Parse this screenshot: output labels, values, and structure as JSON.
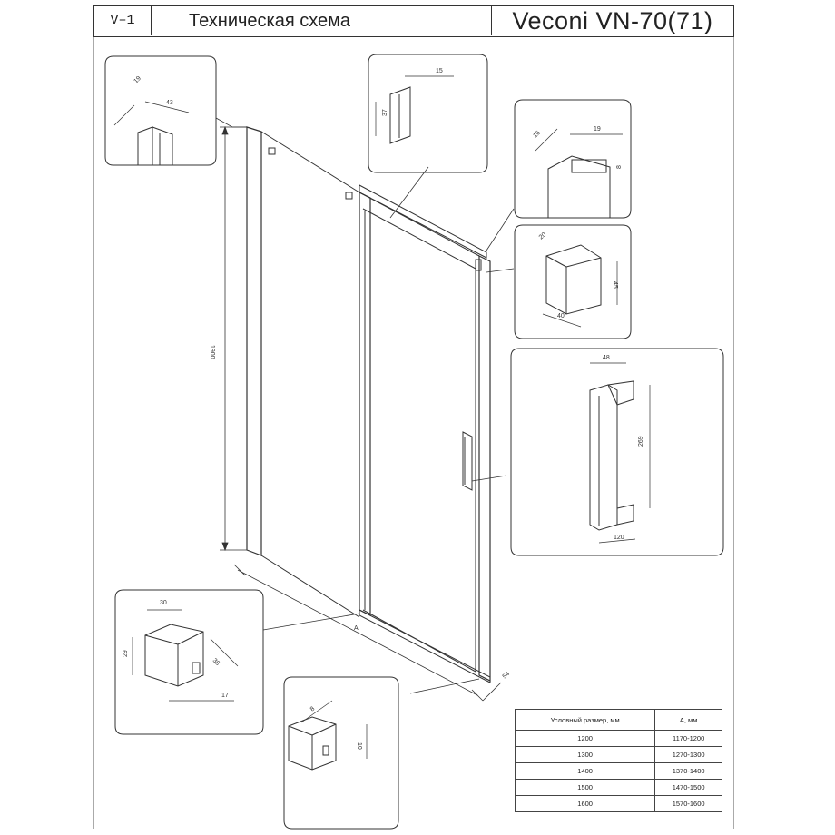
{
  "header": {
    "code": "V–1",
    "title": "Техническая схема",
    "model": "Veconi VN-70(71)"
  },
  "dimensions": {
    "height": "1900",
    "width_a": "A",
    "depth": "54",
    "top_profile_width": "43",
    "top_profile_depth": "19",
    "top_rail_width": "15",
    "top_rail_height": "37",
    "wall_profile_width": "19",
    "wall_profile_depth": "16",
    "wall_profile_gap": "8",
    "bracket_depth": "20",
    "bracket_width": "40",
    "bracket_height": "45",
    "handle_width": "48",
    "handle_height": "269",
    "handle_depth": "120",
    "hinge_width": "30",
    "hinge_height": "29",
    "hinge_depth": "38",
    "hinge_offset": "17",
    "bottom_profile_depth": "8",
    "bottom_profile_height": "10"
  },
  "size_table": {
    "headers": [
      "Условный размер, мм",
      "А, мм"
    ],
    "rows": [
      [
        "1200",
        "1170-1200"
      ],
      [
        "1300",
        "1270-1300"
      ],
      [
        "1400",
        "1370-1400"
      ],
      [
        "1500",
        "1470-1500"
      ],
      [
        "1600",
        "1570-1600"
      ]
    ]
  }
}
